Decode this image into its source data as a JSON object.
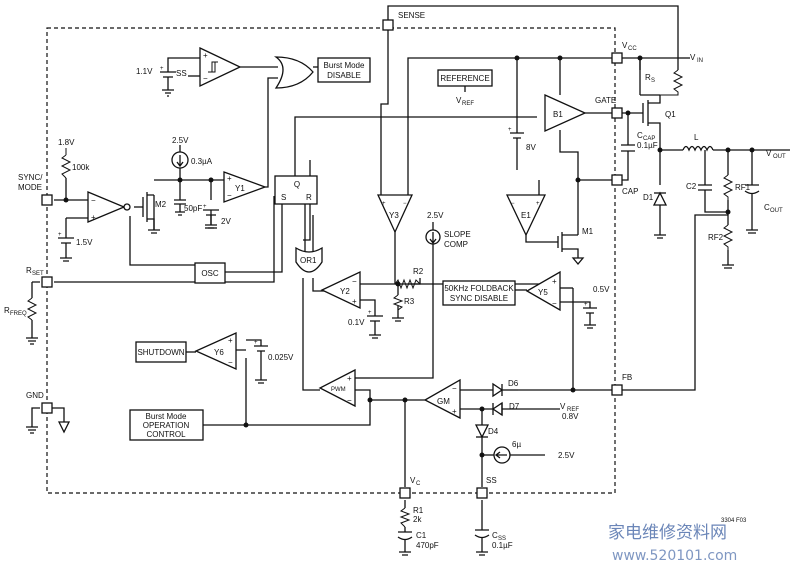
{
  "pins": {
    "sense": "SENSE",
    "vcc": "V",
    "vcc_sub": "CC",
    "gate": "GATE",
    "cap": "CAP",
    "fb": "FB",
    "sync": "SYNC/",
    "sync2": "MODE",
    "rset": "R",
    "rset_sub": "SET",
    "gnd": "GND",
    "vc": "V",
    "vc_sub": "C",
    "ss": "SS"
  },
  "blocks": {
    "burst_disable_1": "Burst Mode",
    "burst_disable_2": "DISABLE",
    "reference": "REFERENCE",
    "osc": "OSC",
    "shutdown": "SHUTDOWN",
    "burst_ctrl_1": "Burst Mode",
    "burst_ctrl_2": "OPERATION",
    "burst_ctrl_3": "CONTROL",
    "foldback_1": "50KHz FOLDBACK",
    "foldback_2": "SYNC DISABLE",
    "latch_q": "Q",
    "latch_s": "S",
    "latch_r": "R"
  },
  "amps": {
    "y1": "Y1",
    "y2": "Y2",
    "y3": "Y3",
    "y5": "Y5",
    "y6": "Y6",
    "b1": "B1",
    "e1": "E1",
    "gm": "GM",
    "pwm": "PWM",
    "or1": "OR1"
  },
  "devices": {
    "m1": "M1",
    "m2": "M2",
    "q1": "Q1",
    "d1": "D1",
    "d4": "D4",
    "d6": "D6",
    "d7": "D7",
    "r1": "R1",
    "r2": "R2",
    "r3": "R3",
    "rf1": "RF1",
    "rf2": "RF2",
    "rs": "R",
    "rs_sub": "S",
    "rfreq": "R",
    "rfreq_sub": "FREQ",
    "l": "L",
    "c1": "C1",
    "c2": "C2",
    "ccap": "C",
    "ccap_sub": "CAP",
    "css": "C",
    "css_sub": "SS",
    "cout": "C",
    "cout_sub": "OUT"
  },
  "values": {
    "v1_1": "1.1V",
    "ss": "SS",
    "v1_8": "1.8V",
    "r100k": "100k",
    "v1_5": "1.5V",
    "v2_5a": "2.5V",
    "i0_3": "0.3µA",
    "c50p": "50pF",
    "v2": "2V",
    "v8": "8V",
    "vref": "V",
    "vref_sub": "REF",
    "v2_5b": "2.5V",
    "slope_1": "SLOPE",
    "slope_2": "COMP",
    "v0_1": "0.1V",
    "v0_5": "0.5V",
    "v0_025": "0.025V",
    "ccap_val": "0.1µF",
    "vin": "V",
    "vin_sub": "IN",
    "vout": "V",
    "vout_sub": "OUT",
    "vref2": "V",
    "vref2_sub": "REF",
    "v0_8": "0.8V",
    "i6": "6µ",
    "v2_5c": "2.5V",
    "r1_val": "2k",
    "c1_val": "470pF",
    "css_val": "0.1µF",
    "fig_code": "3304 F03"
  },
  "watermark": {
    "cn": "家电维修资料网",
    "url": "www.520101.com"
  }
}
